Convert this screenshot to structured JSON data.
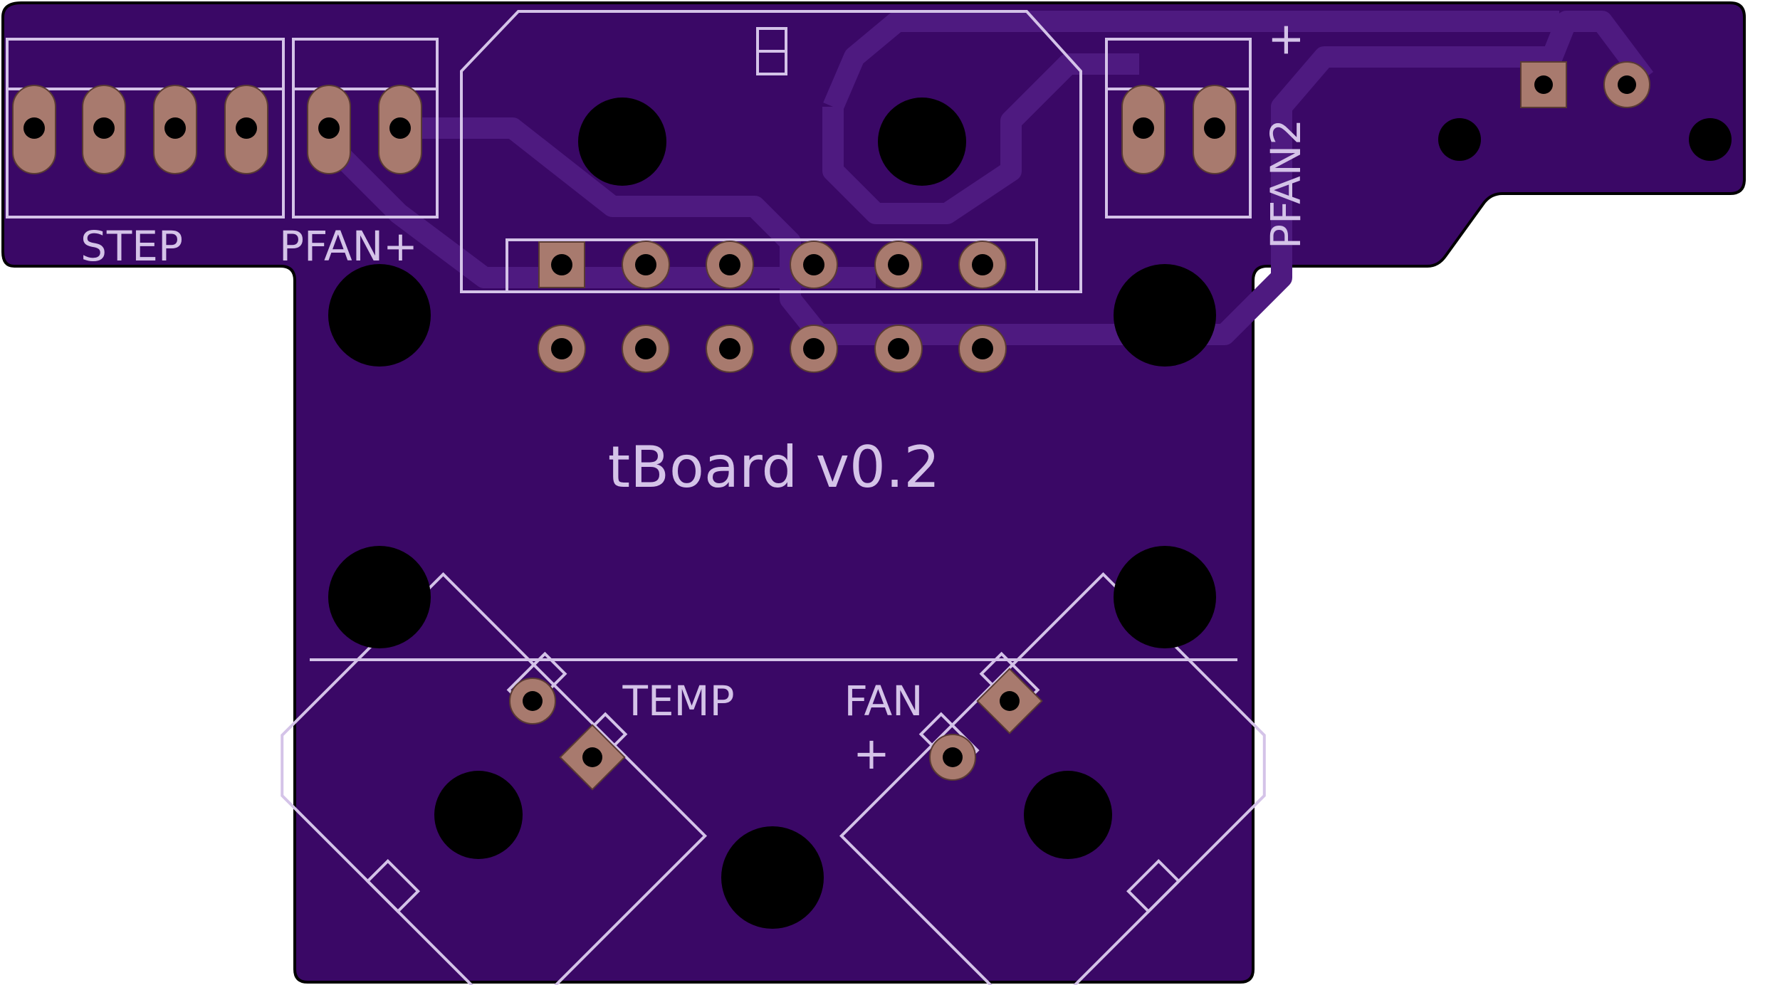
{
  "board": {
    "title": "tBoard v0.2",
    "labels": {
      "step": "STEP",
      "pfan": "PFAN+",
      "pfan2": "PFAN2",
      "pfan2_plus": "+",
      "temp": "TEMP",
      "fan": "FAN",
      "fan_plus": "+"
    }
  },
  "colors": {
    "soldermask": "#3a0866",
    "trace": "#4e1a80",
    "silkscreen": "#d4c3e8",
    "copper_pad": "#a87a6e",
    "drill": "#000000",
    "outline": "#000000"
  }
}
